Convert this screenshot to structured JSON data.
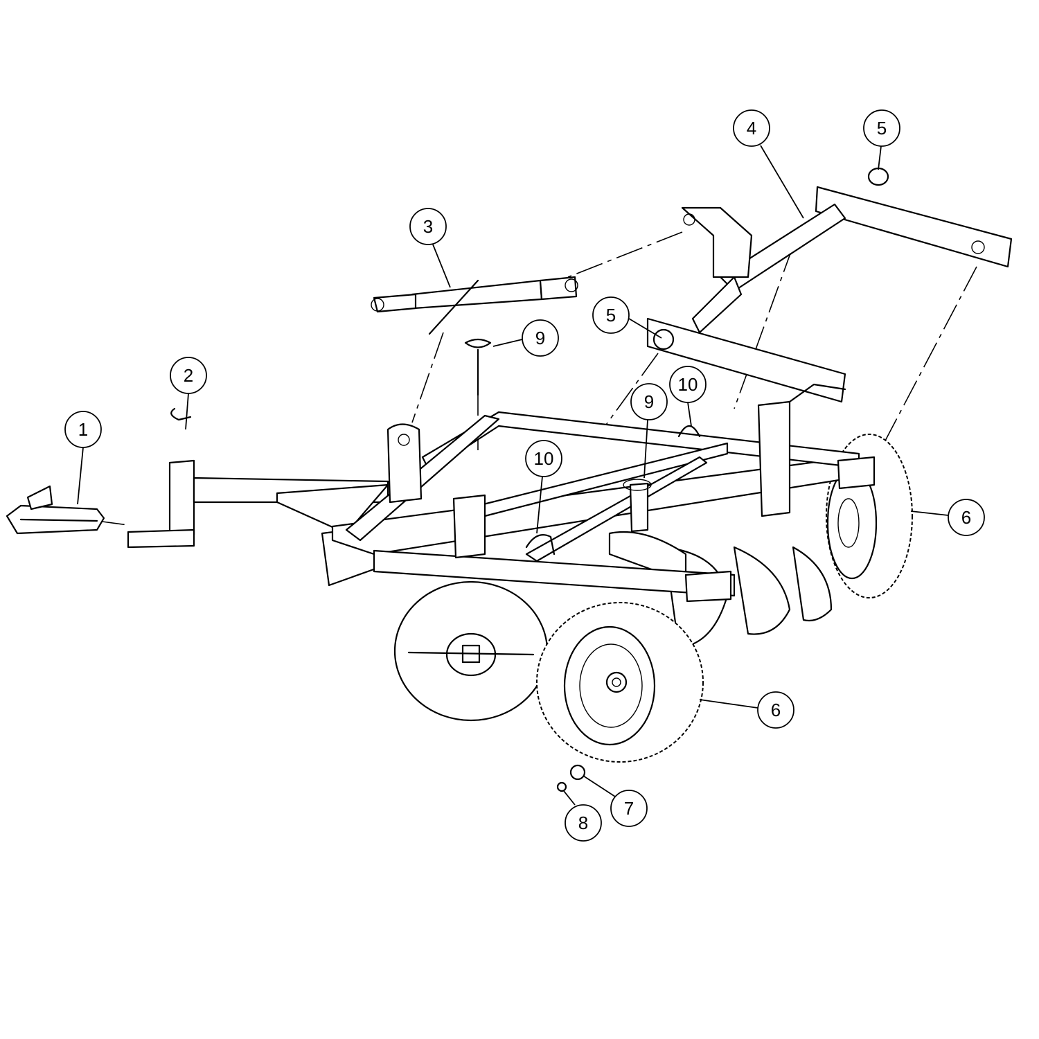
{
  "diagram": {
    "type": "exploded-parts-view",
    "callouts": [
      {
        "id": "c1",
        "label": "1"
      },
      {
        "id": "c2",
        "label": "2"
      },
      {
        "id": "c3",
        "label": "3"
      },
      {
        "id": "c4",
        "label": "4"
      },
      {
        "id": "c5a",
        "label": "5"
      },
      {
        "id": "c5b",
        "label": "5"
      },
      {
        "id": "c6a",
        "label": "6"
      },
      {
        "id": "c6b",
        "label": "6"
      },
      {
        "id": "c7",
        "label": "7"
      },
      {
        "id": "c8",
        "label": "8"
      },
      {
        "id": "c9a",
        "label": "9"
      },
      {
        "id": "c9b",
        "label": "9"
      },
      {
        "id": "c10a",
        "label": "10"
      },
      {
        "id": "c10b",
        "label": "10"
      }
    ]
  }
}
